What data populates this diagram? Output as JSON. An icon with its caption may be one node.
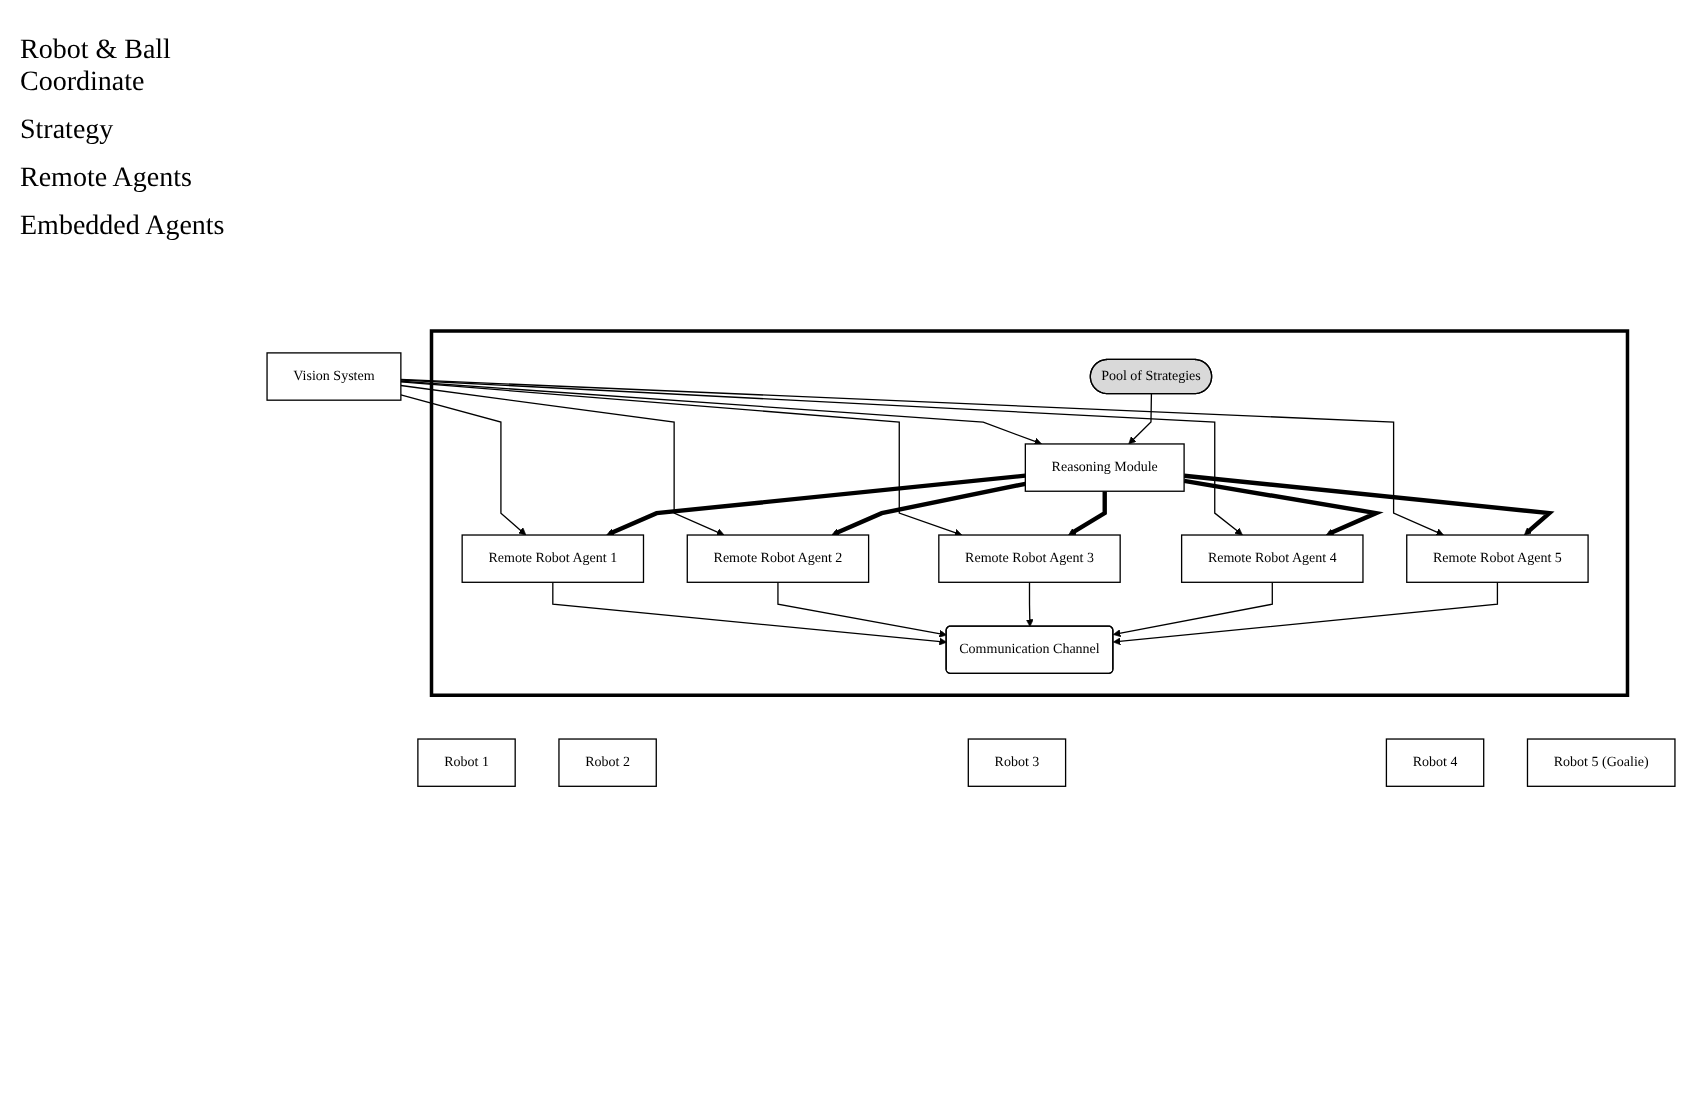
{
  "diagram": {
    "nodes": [
      {
        "text": [],
        "shape": "box"
      },
      {
        "text": [
          "Vision System"
        ]
      },
      {
        "text": [
          "Reasoning Module"
        ],
        "in": 0
      },
      {
        "text": [
          "Pool of Strategies"
        ],
        "in": 0
      },
      {
        "text": [
          "Remote Robot Agent 1"
        ],
        "in": 0
      },
      {
        "text": [
          "Remote Robot Agent 2"
        ],
        "in": 0
      },
      {
        "text": [
          "Remote Robot Agent 3"
        ],
        "in": 0
      },
      {
        "text": [
          "Remote Robot Agent 4"
        ],
        "in": 0
      },
      {
        "text": [
          "Remote Robot Agent 5"
        ],
        "in": 0
      },
      {
        "text": [
          "Communication Channel"
        ],
        "in": 0
      },
      {
        "text": [
          "Robot 1"
        ]
      },
      {
        "text": [
          "Robot 2"
        ]
      },
      {
        "text": [
          "Robot 3"
        ]
      },
      {
        "text": [
          "Robot 4"
        ]
      },
      {
        "text": [
          "Robot 5 (Goalie)"
        ]
      }
    ],
    "edges": [
      {
        "from": 1,
        "to": 2,
        "arrow": "to"
      },
      {
        "from": 3,
        "to": 2,
        "arrow": "to"
      },
      {
        "from": 1,
        "to": 4,
        "arrow": "to"
      },
      {
        "from": 1,
        "to": 5,
        "arrow": "to"
      },
      {
        "from": 1,
        "to": 6,
        "arrow": "to"
      },
      {
        "from": 1,
        "to": 7,
        "arrow": "to"
      },
      {
        "from": 1,
        "to": 8,
        "arrow": "to"
      },
      {
        "from": 2,
        "to": 4,
        "arrow": "to",
        "style": "thick"
      },
      {
        "from": 2,
        "to": 5,
        "arrow": "to",
        "style": "thick"
      },
      {
        "from": 2,
        "to": 6,
        "arrow": "to",
        "style": "thick"
      },
      {
        "from": 2,
        "to": 7,
        "arrow": "to",
        "style": "thick"
      },
      {
        "from": 2,
        "to": 8,
        "arrow": "to",
        "style": "thick"
      },
      {
        "from": 4,
        "to": 9,
        "arrow": "to"
      },
      {
        "from": 5,
        "to": 9,
        "arrow": "to"
      },
      {
        "from": 6,
        "to": 9,
        "arrow": "to"
      },
      {
        "from": 7,
        "to": 9,
        "arrow": "to"
      },
      {
        "from": 8,
        "to": 9,
        "arrow": "to"
      }
    ],
    "labels": [
      "Robot & Ball Coordinate",
      "Strategy",
      "Remote Agents",
      "Embedded Agents"
    ]
  }
}
